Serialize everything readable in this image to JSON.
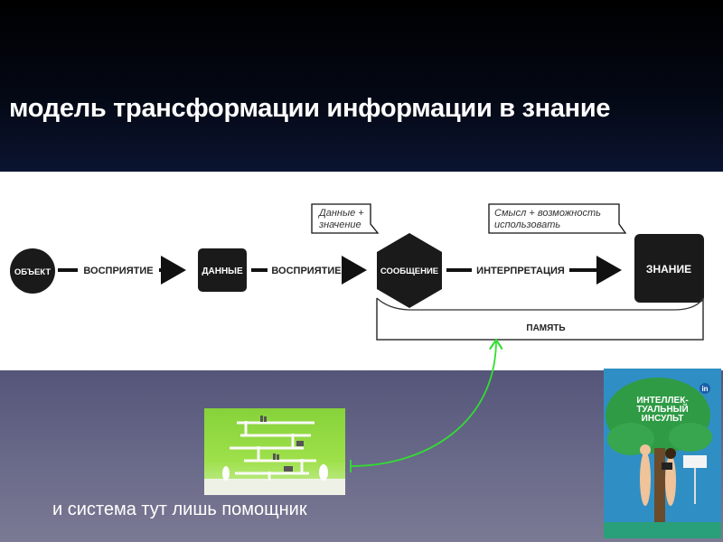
{
  "slide": {
    "title": "модель трансформации информации в знание",
    "caption": "и система тут лишь помощник"
  },
  "diagram": {
    "nodes": {
      "object": "ОБЪЕКТ",
      "data": "ДАННЫЕ",
      "message": "СООБЩЕНИЕ",
      "knowledge": "ЗНАНИЕ"
    },
    "edges": {
      "perception_1": "ВОСПРИЯТИЕ",
      "perception_2": "ВОСПРИЯТИЕ",
      "interpretation": "ИНТЕРПРЕТАЦИЯ"
    },
    "callouts": {
      "data_meaning_line1": "Данные +",
      "data_meaning_line2": "значение",
      "sense_line1": "Смысл + возможность",
      "sense_line2": "использовать"
    },
    "memory": "ПАМЯТЬ"
  },
  "book": {
    "title": "ИНТЕЛЛЕК-\nТУАЛЬНЫЙ\nИНСУЛЬТ",
    "badge": "in"
  },
  "colors": {
    "dark_node": "#1a1a1a",
    "connector": "#33dd33",
    "book_background": "#2f8fc4",
    "photo_background": "#9ee04a"
  }
}
